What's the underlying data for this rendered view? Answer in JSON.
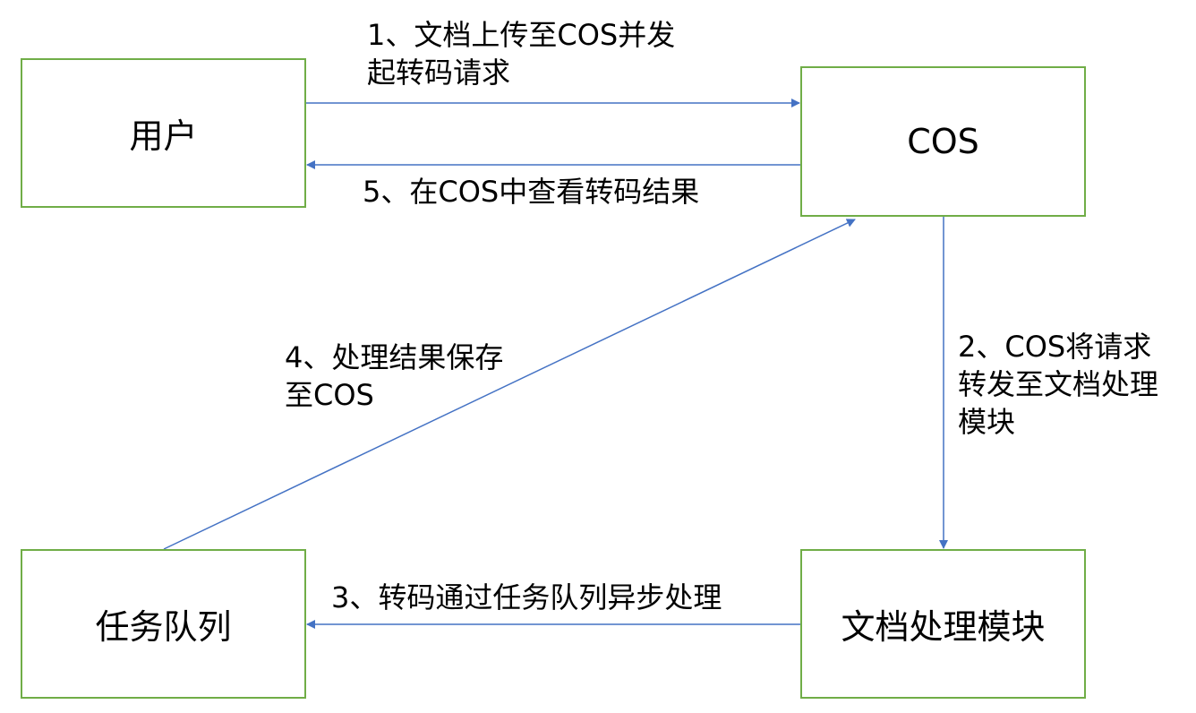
{
  "nodes": {
    "user": "用户",
    "cos": "COS",
    "queue": "任务队列",
    "module": "文档处理模块"
  },
  "steps": {
    "step1": "1、文档上传至COS并发\n起转码请求",
    "step2": "2、COS将请求\n转发至文档处理\n模块",
    "step3": "3、转码通过任务队列异步处理",
    "step4": "4、处理结果保存\n至COS",
    "step5": "5、在COS中查看转码结果"
  },
  "colors": {
    "box_border": "#70ad47",
    "arrow": "#4472c4"
  }
}
